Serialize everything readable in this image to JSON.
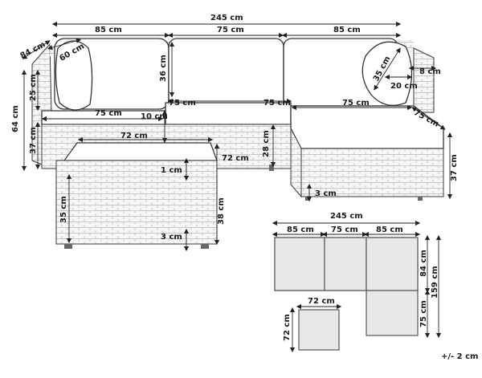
{
  "top_view_labels": {
    "total_width": "245 cm",
    "depth": "84 cm",
    "left_seat_width": "85 cm",
    "middle_seat_width": "75 cm",
    "right_seat_width": "85 cm",
    "left_pillow_width": "60 cm",
    "back_height": "36 cm",
    "pillow_height": "35 cm",
    "pillow_depth": "20 cm",
    "arm_width": "8 cm",
    "backrest_height": "25 cm",
    "total_height": "64 cm",
    "seat_height": "37 cm",
    "seat_cushion_left": "75 cm",
    "gap": "10 cm",
    "seat_cushion_mid_left": "75 cm",
    "seat_cushion_mid_right": "75 cm",
    "ottoman_top": "75 cm",
    "ottoman_depth": "75 cm",
    "ottoman_height": "37 cm",
    "leg_height": "3 cm",
    "table_width": "72 cm",
    "table_top_thickness": "1 cm",
    "table_glass_top": "72 cm",
    "table_height": "38 cm",
    "table_body_height": "35 cm",
    "table_leg_height": "3 cm",
    "frame_height": "28 cm"
  },
  "plan_labels": {
    "total_width": "245 cm",
    "seg1": "85 cm",
    "seg2": "75 cm",
    "seg3": "85 cm",
    "depth": "84 cm",
    "total_depth": "159 cm",
    "ottoman_depth": "75 cm",
    "table_width": "72 cm",
    "table_depth": "72 cm"
  },
  "tolerance": "+/- 2 cm"
}
